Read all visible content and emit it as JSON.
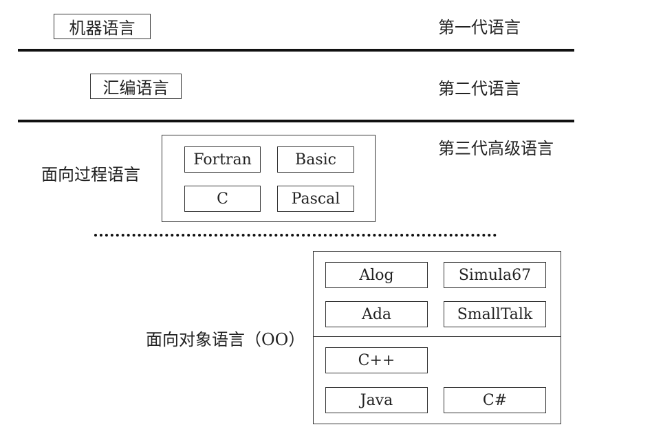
{
  "gen1": {
    "box": "机器语言",
    "label": "第一代语言"
  },
  "gen2": {
    "box": "汇编语言",
    "label": "第二代语言"
  },
  "gen3": {
    "label": "第三代高级语言",
    "procedural": {
      "label": "面向过程语言",
      "languages": [
        "Fortran",
        "Basic",
        "C",
        "Pascal"
      ]
    },
    "oo": {
      "label": "面向对象语言（OO）",
      "top": [
        "Alog",
        "Simula67",
        "Ada",
        "SmallTalk"
      ],
      "bottom": [
        "C++",
        "Java",
        "C#"
      ]
    }
  }
}
